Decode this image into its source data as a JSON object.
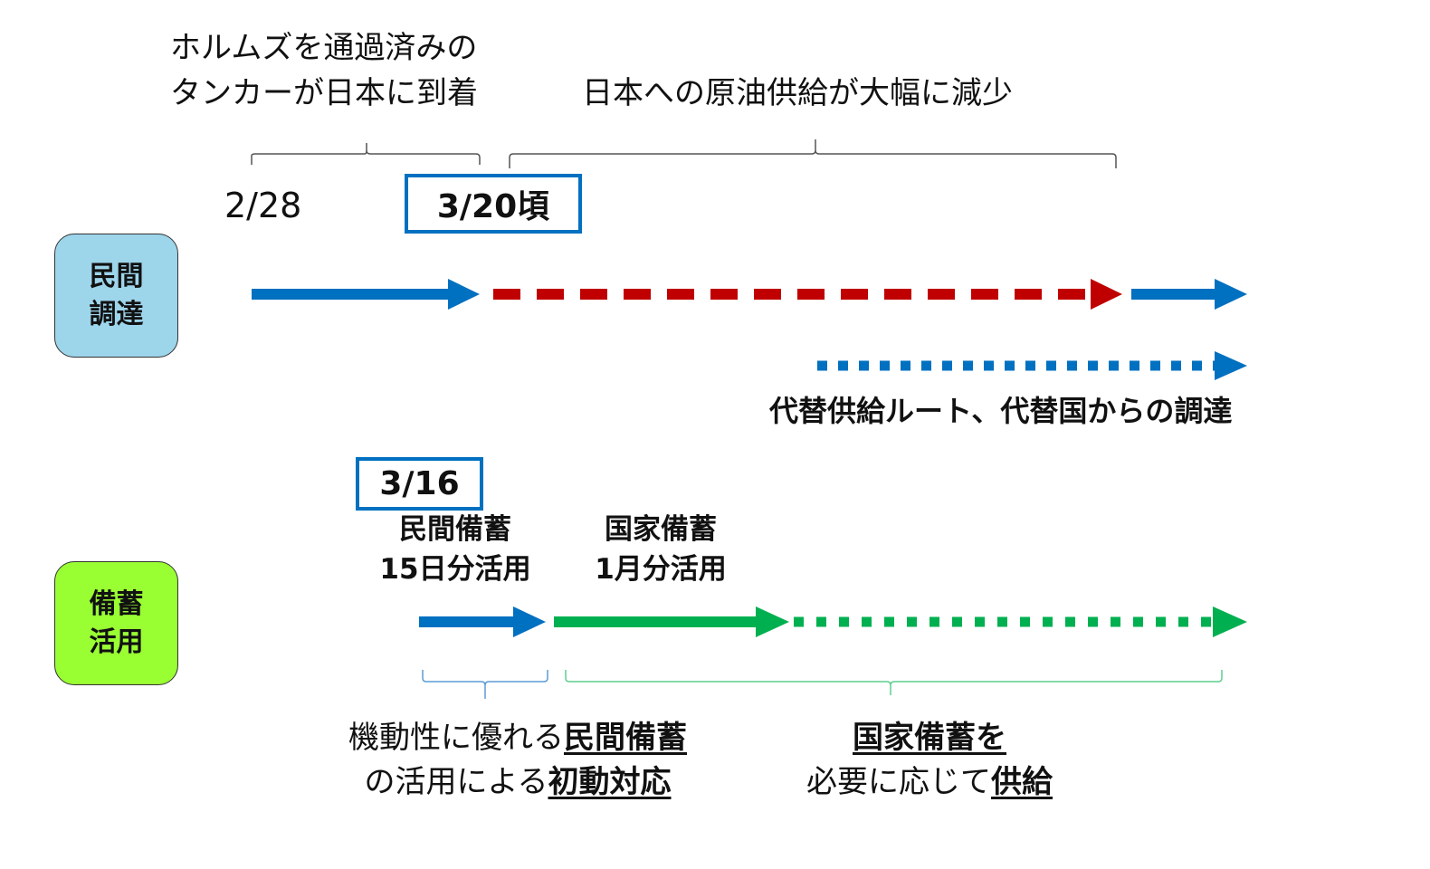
{
  "header": {
    "tanker_line1": "ホルムズを通過済みの",
    "tanker_line2": "タンカーが日本に到着",
    "supply_drop": "日本への原油供給が大幅に減少"
  },
  "dates": {
    "start": "2/28",
    "arrival": "3/20頃",
    "reserve_start": "3/16"
  },
  "rows": {
    "private_procurement": {
      "line1": "民間",
      "line2": "調達",
      "color": "#9DD5EB"
    },
    "reserve_use": {
      "line1": "備蓄",
      "line2": "活用",
      "color": "#99FF33"
    }
  },
  "alternative_route": "代替供給ルート、代替国からの調達",
  "reserves": {
    "private": {
      "line1": "民間備蓄",
      "line2": "15日分活用"
    },
    "national": {
      "line1": "国家備蓄",
      "line2": "1月分活用"
    }
  },
  "notes": {
    "left": {
      "l1_normal": "機動性に優れる",
      "l1_bold": "民間備蓄",
      "l2_normal": "の活用による",
      "l2_bold": "初動対応"
    },
    "right": {
      "l1_bold": "国家備蓄を",
      "l2_normal": "必要に応じて",
      "l2_bold": "供給"
    }
  },
  "colors": {
    "blue": "#0070C0",
    "red": "#C00000",
    "green": "#00B050"
  }
}
